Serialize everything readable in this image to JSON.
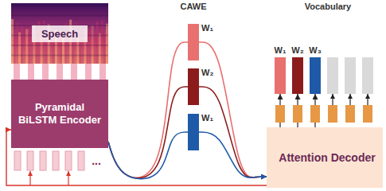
{
  "diagram": {
    "nodes": [
      {
        "text": [
          "Speech"
        ]
      },
      {
        "text": [
          "Pyramidal BiLSTM Encoder"
        ]
      },
      {
        "text": [
          "W₁"
        ]
      },
      {
        "text": [
          "W₂"
        ]
      },
      {
        "text": [
          "W₁"
        ]
      },
      {
        "text": [
          "W₁"
        ]
      },
      {
        "text": [
          "W₂"
        ]
      },
      {
        "text": [
          "W₃"
        ]
      },
      {
        "text": [
          "Attention Decoder"
        ]
      }
    ],
    "edges": [
      {
        "from": 0,
        "to": 1,
        "arrow": "none"
      },
      {
        "from": 1,
        "to": 2,
        "arrow": "none"
      },
      {
        "from": 1,
        "to": 3,
        "arrow": "none"
      },
      {
        "from": 1,
        "to": 4,
        "arrow": "none"
      },
      {
        "from": 2,
        "to": 8,
        "arrow": "to"
      },
      {
        "from": 3,
        "to": 8,
        "arrow": "to"
      },
      {
        "from": 4,
        "to": 8,
        "arrow": "to"
      },
      {
        "from": 8,
        "to": 5,
        "arrow": "to"
      },
      {
        "from": 8,
        "to": 6,
        "arrow": "to"
      },
      {
        "from": 8,
        "to": 7,
        "arrow": "to"
      },
      {
        "from": 8,
        "to": 1,
        "arrow": "to"
      }
    ],
    "labels": [
      "CAWE",
      "Vocabulary",
      "..."
    ]
  }
}
